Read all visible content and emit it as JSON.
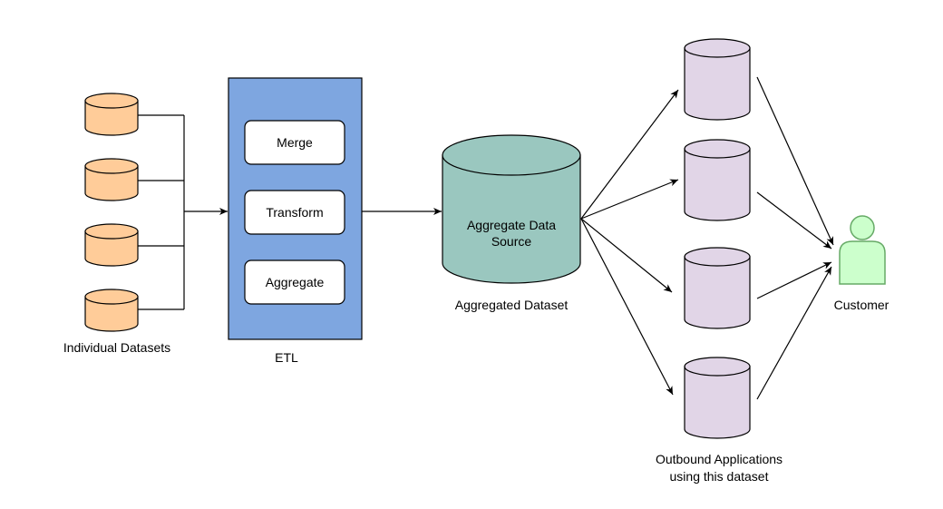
{
  "labels": {
    "individual_datasets": "Individual Datasets",
    "etl": "ETL",
    "aggregated_dataset": "Aggregated Dataset",
    "customer": "Customer",
    "outbound_line1": "Outbound Applications",
    "outbound_line2": "using this dataset"
  },
  "etl_steps": {
    "merge": "Merge",
    "transform": "Transform",
    "aggregate": "Aggregate"
  },
  "aggregate_source": {
    "line1": "Aggregate Data",
    "line2": "Source"
  },
  "colors": {
    "input_db": "#ffcc99",
    "etl_box": "#7ea6e0",
    "aggregate_db": "#9ac7bf",
    "outbound_db": "#e1d5e7",
    "customer": "#ccffcc",
    "customer_stroke": "#66aa66"
  }
}
